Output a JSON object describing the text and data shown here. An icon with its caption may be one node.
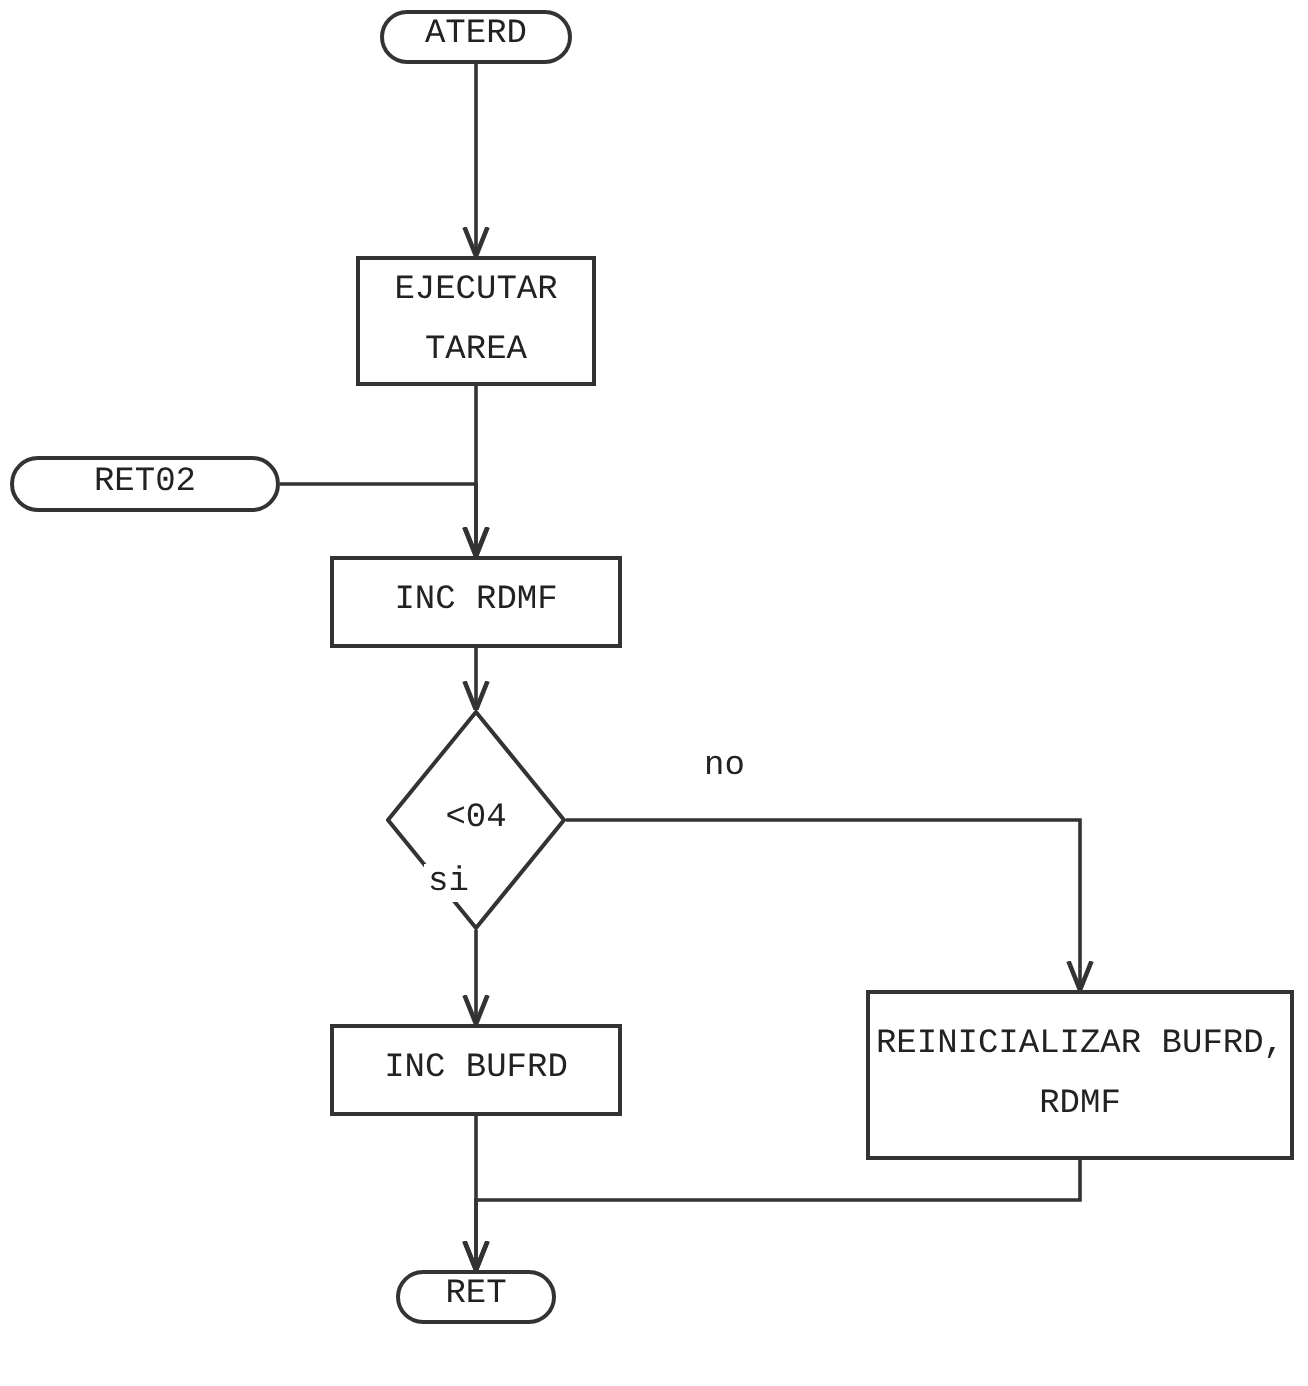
{
  "diagram": {
    "nodes": [
      {
        "text": [
          "ATERD"
        ]
      },
      {
        "text": [
          "EJECUTAR TAREA"
        ]
      },
      {
        "text": [
          "RET02"
        ]
      },
      {
        "text": [
          "INC RDMF"
        ]
      },
      {
        "text": [
          "<04"
        ]
      },
      {
        "text": [
          "INC BUFRD"
        ]
      },
      {
        "text": [
          "REINICIALIZAR BUFRD, RDMF"
        ]
      },
      {
        "text": [
          "RET"
        ]
      }
    ],
    "edges": [
      {
        "from": 0,
        "to": 1,
        "arrow": "to"
      },
      {
        "from": 1,
        "to": 3,
        "arrow": "to"
      },
      {
        "from": 2,
        "to": 3,
        "arrow": "to"
      },
      {
        "from": 3,
        "to": 4,
        "arrow": "to"
      },
      {
        "from": 4,
        "to": 5,
        "label": "si",
        "arrow": "to"
      },
      {
        "from": 4,
        "to": 6,
        "label": "no",
        "arrow": "to"
      },
      {
        "from": 5,
        "to": 7,
        "arrow": "to"
      },
      {
        "from": 6,
        "to": 7,
        "arrow": "to"
      }
    ]
  }
}
